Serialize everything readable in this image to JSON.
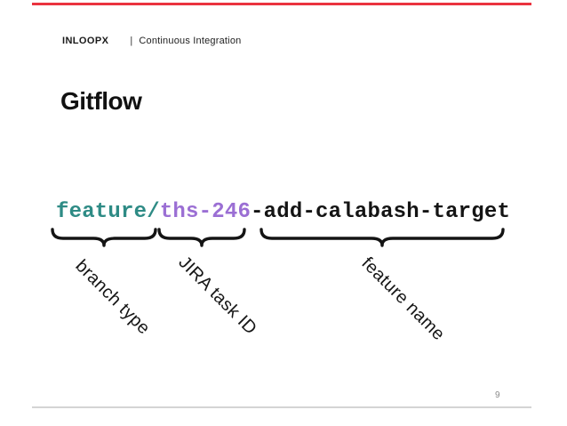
{
  "slide": {
    "header": {
      "brand": "INLOOPX",
      "divider": "|",
      "subtitle": "Continuous Integration"
    },
    "title": "Gitflow",
    "page_number": "9"
  },
  "code": {
    "full_text": "feature/ths-246-add-calabash-target",
    "segments": [
      {
        "text": "feature/",
        "meaning": "branch type",
        "color": "#2e8b85"
      },
      {
        "text": "ths-246",
        "meaning": "JIRA task ID",
        "color": "#9b6fd4"
      },
      {
        "text": "-add-calabash-target",
        "meaning": "feature name",
        "color": "#141414"
      }
    ]
  },
  "annotations": [
    {
      "label": "branch type"
    },
    {
      "label": "JIRA task ID"
    },
    {
      "label": "feature name"
    }
  ],
  "colors": {
    "accent_red": "#ea333f",
    "code_teal": "#2e8b85",
    "code_purple": "#9b6fd4",
    "text_black": "#141414",
    "page_number_gray": "#8a8a8a",
    "bottom_line_gray": "#d4d4d4"
  }
}
